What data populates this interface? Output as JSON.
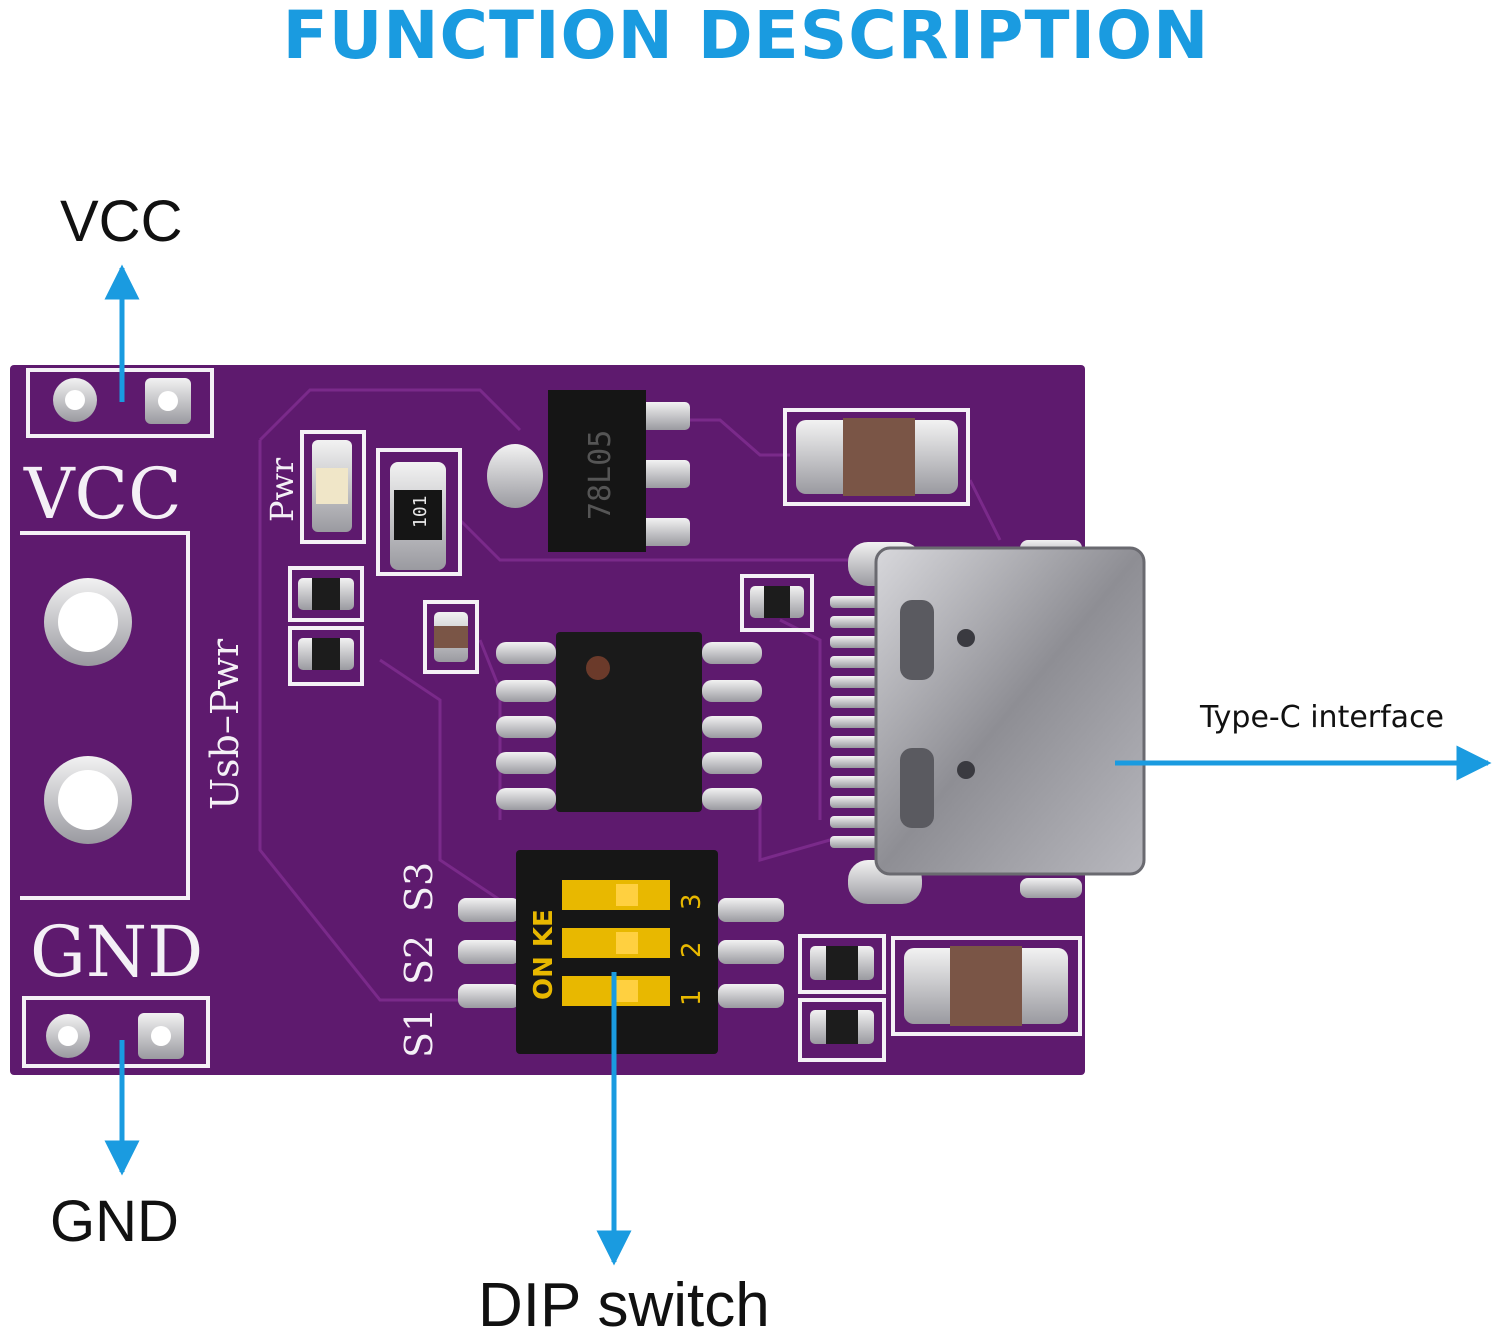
{
  "title": "FUNCTION DESCRIPTION",
  "callouts": {
    "vcc": "VCC",
    "gnd": "GND",
    "dip_switch": "DIP switch",
    "type_c": "Type-C interface"
  },
  "board_silkscreen": {
    "vcc": "VCC",
    "gnd": "GND",
    "usb_pwr": "Usb–Pwr",
    "pwr": "Pwr",
    "s1": "S1",
    "s2": "S2",
    "s3": "S3",
    "regulator": "78L05",
    "resistor": "101",
    "dip_on": "ON KE",
    "dip_1": "1",
    "dip_2": "2",
    "dip_3": "3"
  },
  "colors": {
    "accent": "#1a9be0",
    "pcb": "#5e1a6e",
    "silkscreen": "#f4f0f6"
  }
}
